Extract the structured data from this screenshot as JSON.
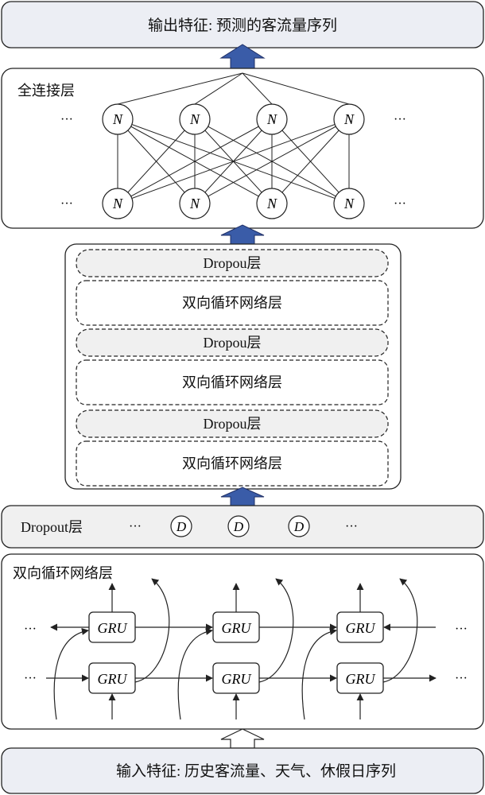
{
  "output_block": {
    "label": "输出特征: 预测的客流量序列"
  },
  "fc_block": {
    "title": "全连接层",
    "node_label": "N",
    "ellipsis": "···"
  },
  "stack_block": {
    "layers": [
      {
        "label": "Dropou层",
        "kind": "dropout"
      },
      {
        "label": "双向循环网络层",
        "kind": "bigru"
      },
      {
        "label": "Dropou层",
        "kind": "dropout"
      },
      {
        "label": "双向循环网络层",
        "kind": "bigru"
      },
      {
        "label": "Dropou层",
        "kind": "dropout"
      },
      {
        "label": "双向循环网络层",
        "kind": "bigru"
      }
    ]
  },
  "dropout_block": {
    "label": "Dropout层",
    "node_label": "D",
    "ellipsis": "···"
  },
  "bigru_block": {
    "title": "双向循环网络层",
    "cell_label": "GRU",
    "ellipsis": "···"
  },
  "input_block": {
    "label": "输入特征: 历史客流量、天气、休假日序列"
  },
  "colors": {
    "block_fill": "#eceef4",
    "dropout_fill": "#f0f0f0",
    "arrow_fill": "#3a5ca8",
    "arrow_outline": "#1f2f66",
    "line": "#222222"
  }
}
